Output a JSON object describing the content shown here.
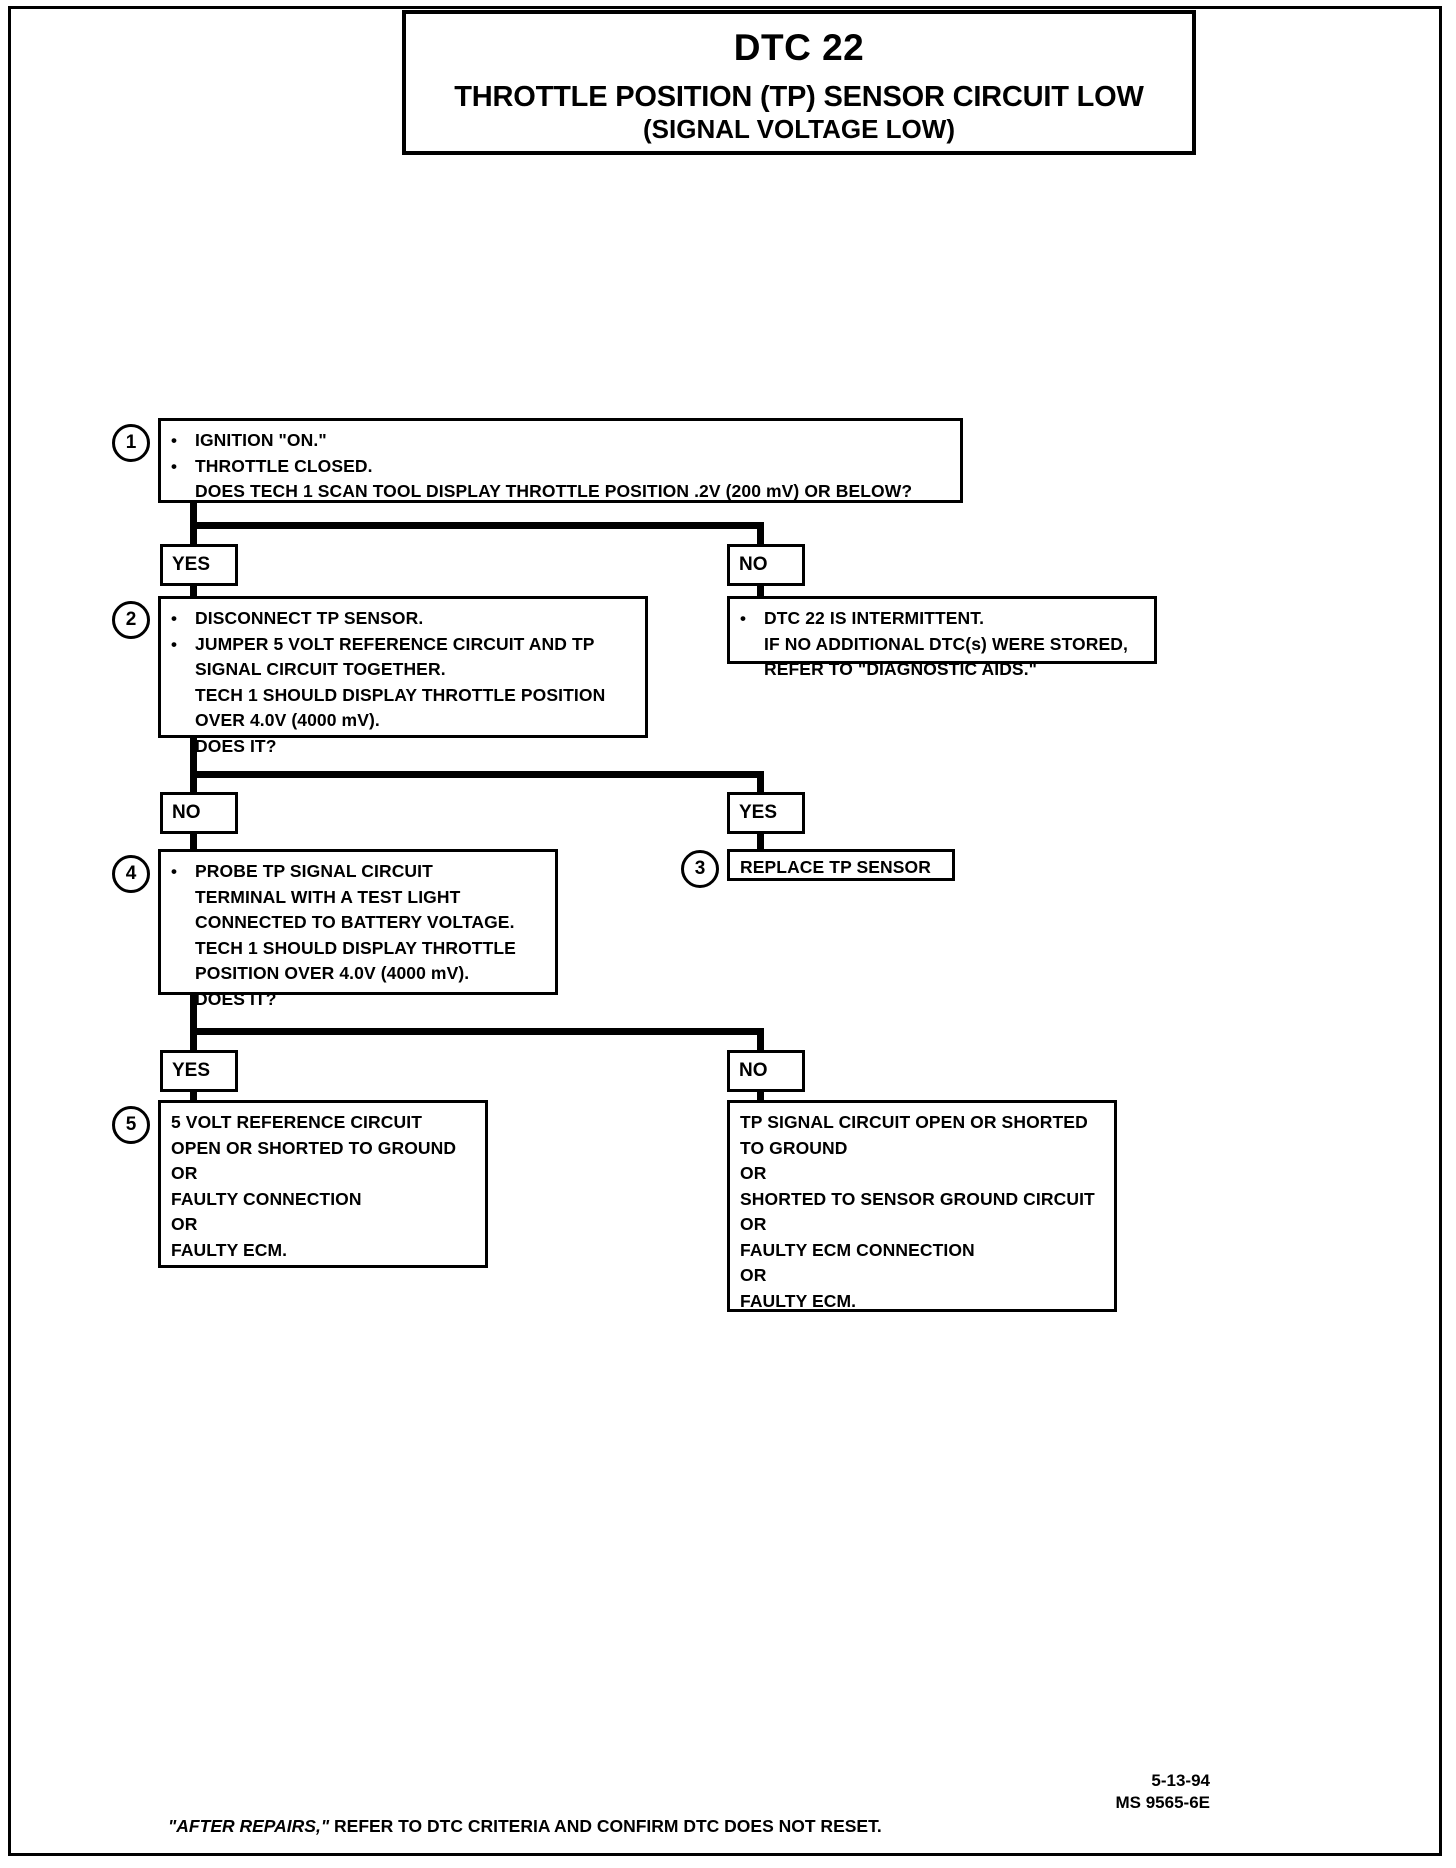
{
  "header": {
    "dtc_code": "DTC 22",
    "title_line1": "THROTTLE POSITION (TP) SENSOR CIRCUIT LOW",
    "title_line2": "(SIGNAL VOLTAGE LOW)"
  },
  "steps": {
    "step1": {
      "number": "1",
      "bullet1": "IGNITION \"ON.\"",
      "bullet2": "THROTTLE CLOSED.",
      "line3": "DOES TECH 1 SCAN TOOL DISPLAY THROTTLE POSITION .2V (200 mV) OR BELOW?"
    },
    "step2": {
      "number": "2",
      "bullet1": "DISCONNECT TP SENSOR.",
      "bullet2": "JUMPER 5 VOLT REFERENCE CIRCUIT AND TP\nSIGNAL CIRCUIT TOGETHER.",
      "line3": "TECH 1 SHOULD DISPLAY THROTTLE POSITION\nOVER 4.0V (4000 mV).\nDOES IT?"
    },
    "step3": {
      "number": "3",
      "text": "REPLACE TP SENSOR"
    },
    "step4": {
      "number": "4",
      "bullet1": "PROBE TP SIGNAL CIRCUIT\nTERMINAL WITH A TEST LIGHT\nCONNECTED TO BATTERY VOLTAGE.",
      "line2": "TECH 1 SHOULD DISPLAY THROTTLE\nPOSITION OVER 4.0V (4000 mV).\nDOES IT?"
    },
    "step5": {
      "number": "5",
      "text": "5 VOLT REFERENCE CIRCUIT\nOPEN OR SHORTED TO GROUND\nOR\nFAULTY CONNECTION\nOR\nFAULTY ECM."
    },
    "intermittent": {
      "bullet1": "DTC 22 IS INTERMITTENT.",
      "line2": "IF NO ADDITIONAL DTC(s) WERE STORED,\nREFER TO \"DIAGNOSTIC AIDS.\""
    },
    "tp_open": {
      "text": "TP SIGNAL CIRCUIT OPEN OR SHORTED\nTO GROUND\nOR\nSHORTED TO SENSOR GROUND CIRCUIT\nOR\nFAULTY ECM CONNECTION\nOR\nFAULTY ECM."
    }
  },
  "branch_labels": {
    "b1_yes": "YES",
    "b1_no": "NO",
    "b2_no": "NO",
    "b2_yes": "YES",
    "b4_yes": "YES",
    "b4_no": "NO"
  },
  "footer": {
    "note_italic": "\"AFTER REPAIRS,\"",
    "note_rest": " REFER TO DTC CRITERIA AND CONFIRM DTC DOES NOT RESET.",
    "date": "5-13-94",
    "doc_number": "MS 9565-6E"
  },
  "colors": {
    "ink": "#000000",
    "paper": "#ffffff"
  }
}
